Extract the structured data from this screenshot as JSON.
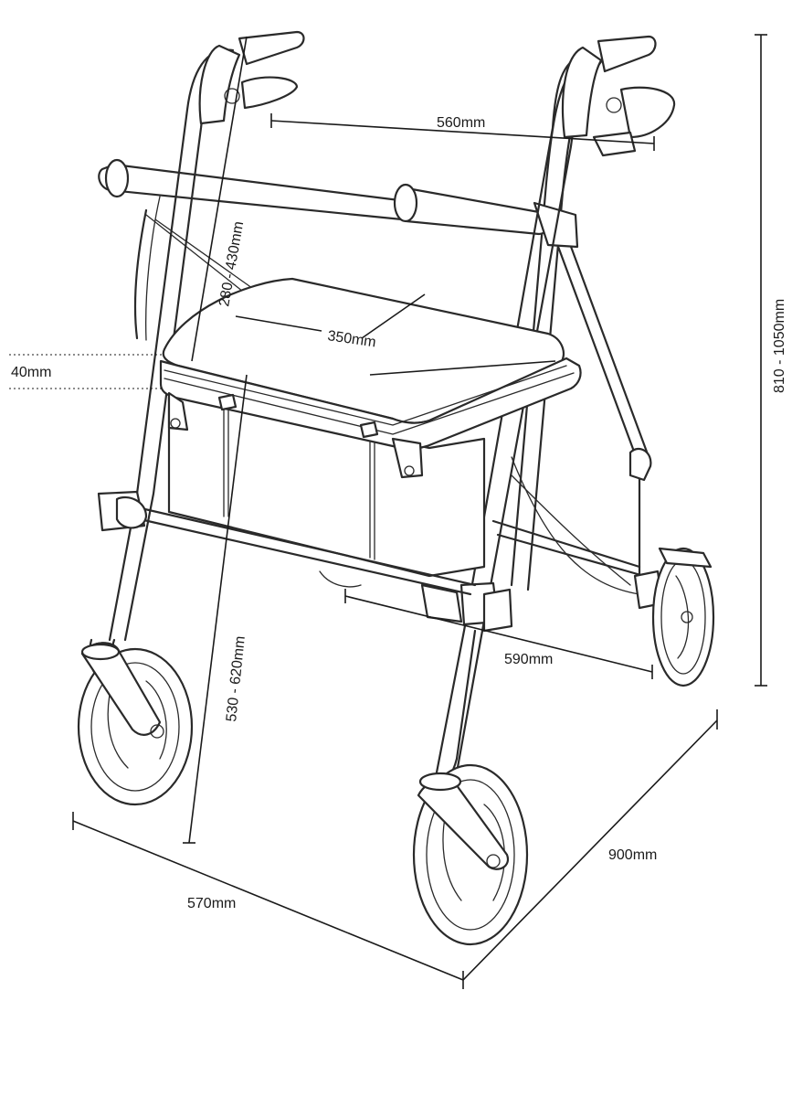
{
  "dimensions": {
    "handle_width": "560mm",
    "handle_height_range": "280 - 430mm",
    "seat_width": "350mm",
    "seat_thickness": "40mm",
    "overall_height": "810 - 1050mm",
    "seat_height": "530 - 620mm",
    "inner_width": "590mm",
    "depth": "900mm",
    "overall_width": "570mm"
  },
  "colors": {
    "line": "#2a2a2a",
    "background": "#ffffff"
  }
}
